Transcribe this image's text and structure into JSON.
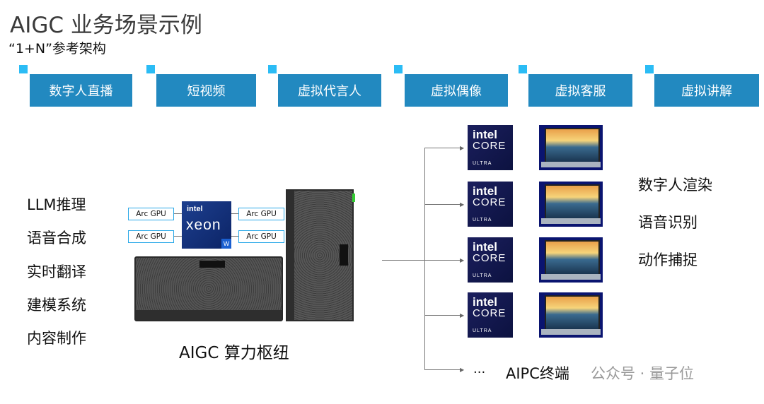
{
  "header": {
    "title": "AIGC 业务场景示例",
    "subtitle": "“1+N”参考架构"
  },
  "scenarios": [
    "数字人直播",
    "短视频",
    "虚拟代言人",
    "虚拟偶像",
    "虚拟客服",
    "虚拟讲解"
  ],
  "hub_functions": [
    "LLM推理",
    "语音合成",
    "实时翻译",
    "建模系统",
    "内容制作"
  ],
  "hub": {
    "gpu_label": "Arc GPU",
    "cpu_brand": "intel",
    "cpu_name": "xeon",
    "cpu_badge": "W",
    "label": "AIGC 算力枢纽"
  },
  "client": {
    "chip_brand": "intel",
    "chip_name": "CORE",
    "chip_tier": "ULTRA",
    "ellipsis": "...",
    "label": "AIPC终端"
  },
  "client_functions": [
    "数字人渲染",
    "语音识别",
    "动作捕捉"
  ],
  "watermark": "公众号 · 量子位",
  "colors": {
    "tab": "#2289c0",
    "tab_square": "#2bbcf5",
    "gpu_border": "#29a8e8"
  }
}
